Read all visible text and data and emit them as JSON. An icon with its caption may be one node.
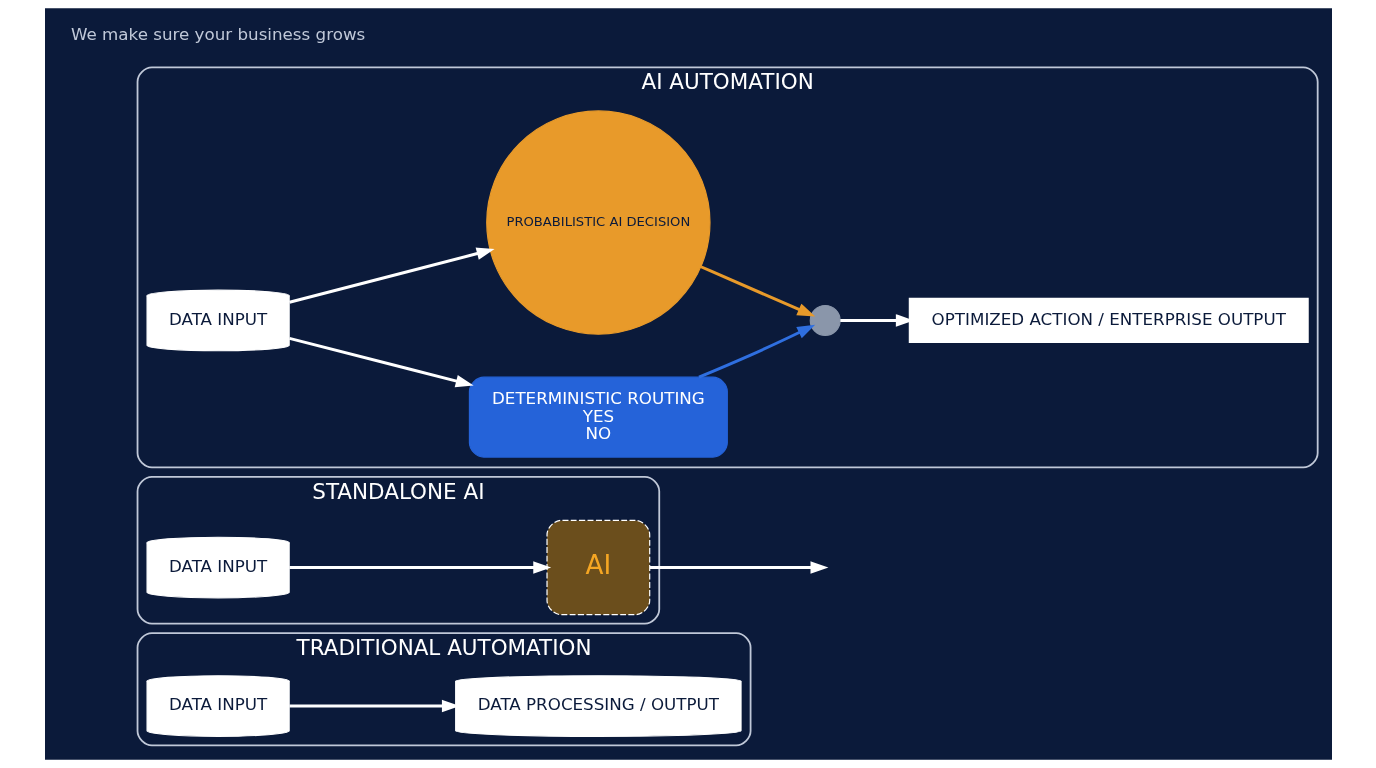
{
  "diagram": {
    "nodes": [
      {
        "text": [
          "TRADITIONAL AUTOMATION"
        ]
      },
      {
        "text": [
          "DATA INPUT"
        ],
        "in": 0
      },
      {
        "text": [
          "DATA PROCESSING / OUTPUT"
        ],
        "in": 0
      },
      {
        "text": [
          "STANDALONE AI"
        ]
      },
      {
        "text": [
          "DATA INPUT"
        ],
        "in": 3
      },
      {
        "text": [
          "AI"
        ],
        "in": 3
      },
      {
        "text": [
          "AI AUTOMATION"
        ]
      },
      {
        "text": [
          "DATA INPUT"
        ],
        "in": 6
      },
      {
        "text": [
          "DETERMINISTIC ROUTING",
          "YES",
          "NO"
        ],
        "in": 6
      },
      {
        "text": [
          "PROBABILISTIC AI DECISION"
        ],
        "in": 6
      },
      {
        "text": [],
        "shape": "circle",
        "in": 6
      },
      {
        "text": [
          "OPTIMIZED ACTION / ENTERPRISE OUTPUT"
        ],
        "in": 6
      }
    ],
    "edges": [
      {
        "from": 1,
        "to": 2,
        "arrow": "to"
      },
      {
        "from": 4,
        "to": 5,
        "arrow": "to"
      },
      {
        "from": 5,
        "to": null,
        "arrow": "to"
      },
      {
        "from": 7,
        "to": 8,
        "arrow": "to"
      },
      {
        "from": 7,
        "to": 9,
        "arrow": "to"
      },
      {
        "from": 8,
        "to": 10,
        "arrow": "to",
        "color": "#2f6fe0"
      },
      {
        "from": 9,
        "to": 10,
        "arrow": "to",
        "color": "#e89a2a"
      },
      {
        "from": 10,
        "to": 11,
        "arrow": "to"
      }
    ],
    "labels": [
      "We make sure your business grows"
    ]
  }
}
